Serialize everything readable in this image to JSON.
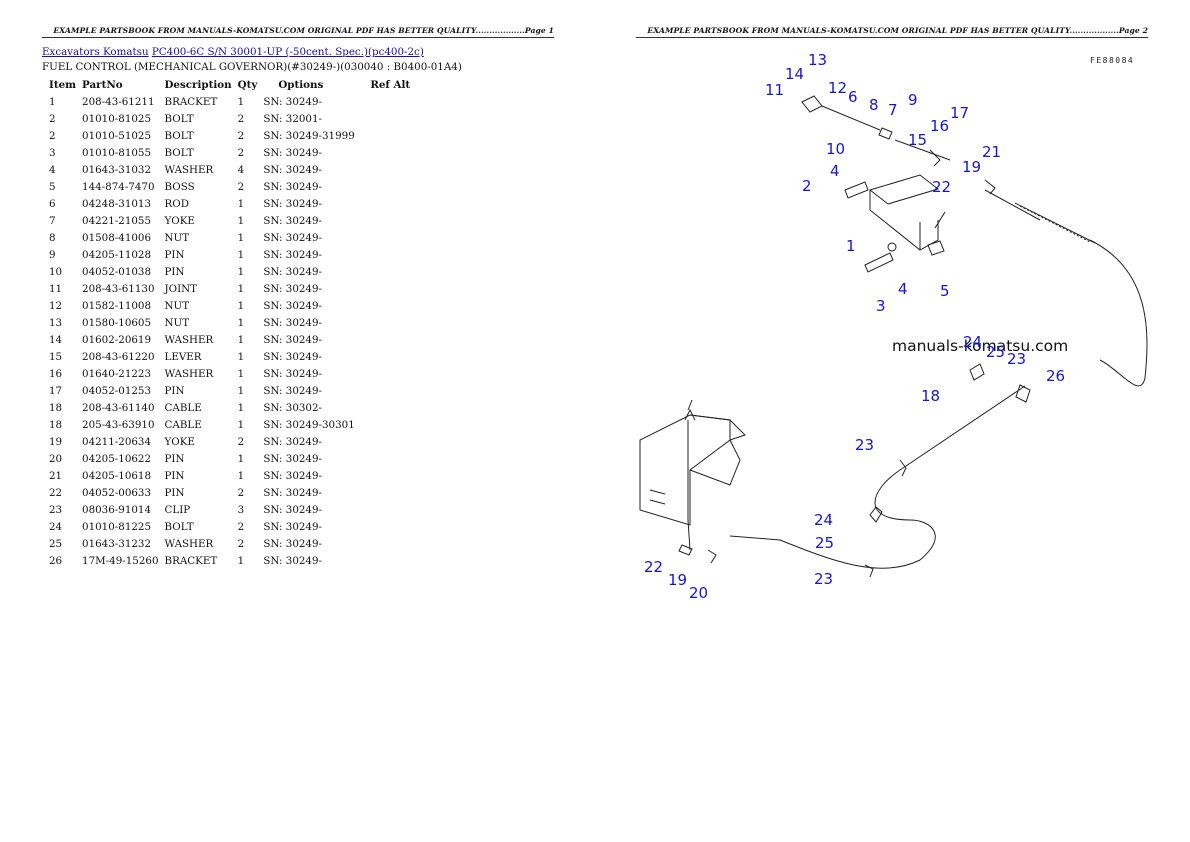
{
  "header": {
    "left": "EXAMPLE PARTSBOOK FROM MANUALS-KOMATSU.COM ORIGINAL PDF HAS BETTER QUALITY..................Page 1",
    "right": "EXAMPLE PARTSBOOK FROM MANUALS-KOMATSU.COM ORIGINAL PDF HAS BETTER QUALITY..................Page 2"
  },
  "breadcrumb": {
    "link1": "Excavators Komatsu",
    "link2": "PC400-6C S/N 30001-UP (-50cent. Spec.)(pc400-2c)"
  },
  "subtitle": "FUEL CONTROL (MECHANICAL GOVERNOR)(#30249-)(030040 : B0400-01A4)",
  "table": {
    "headers": {
      "item": "Item",
      "partno": "PartNo",
      "description": "Description",
      "qty": "Qty",
      "options": "Options",
      "refalt": "Ref Alt"
    },
    "rows": [
      {
        "item": "1",
        "partno": "208-43-61211",
        "desc": "BRACKET",
        "qty": "1",
        "opt": "SN: 30249-"
      },
      {
        "item": "2",
        "partno": "01010-81025",
        "desc": "BOLT",
        "qty": "2",
        "opt": "SN: 32001-"
      },
      {
        "item": "2",
        "partno": "01010-51025",
        "desc": "BOLT",
        "qty": "2",
        "opt": "SN: 30249-31999"
      },
      {
        "item": "3",
        "partno": "01010-81055",
        "desc": "BOLT",
        "qty": "2",
        "opt": "SN: 30249-"
      },
      {
        "item": "4",
        "partno": "01643-31032",
        "desc": "WASHER",
        "qty": "4",
        "opt": "SN: 30249-"
      },
      {
        "item": "5",
        "partno": "144-874-7470",
        "desc": "BOSS",
        "qty": "2",
        "opt": "SN: 30249-"
      },
      {
        "item": "6",
        "partno": "04248-31013",
        "desc": "ROD",
        "qty": "1",
        "opt": "SN: 30249-"
      },
      {
        "item": "7",
        "partno": "04221-21055",
        "desc": "YOKE",
        "qty": "1",
        "opt": "SN: 30249-"
      },
      {
        "item": "8",
        "partno": "01508-41006",
        "desc": "NUT",
        "qty": "1",
        "opt": "SN: 30249-"
      },
      {
        "item": "9",
        "partno": "04205-11028",
        "desc": "PIN",
        "qty": "1",
        "opt": "SN: 30249-"
      },
      {
        "item": "10",
        "partno": "04052-01038",
        "desc": "PIN",
        "qty": "1",
        "opt": "SN: 30249-"
      },
      {
        "item": "11",
        "partno": "208-43-61130",
        "desc": "JOINT",
        "qty": "1",
        "opt": "SN: 30249-"
      },
      {
        "item": "12",
        "partno": "01582-11008",
        "desc": "NUT",
        "qty": "1",
        "opt": "SN: 30249-"
      },
      {
        "item": "13",
        "partno": "01580-10605",
        "desc": "NUT",
        "qty": "1",
        "opt": "SN: 30249-"
      },
      {
        "item": "14",
        "partno": "01602-20619",
        "desc": "WASHER",
        "qty": "1",
        "opt": "SN: 30249-"
      },
      {
        "item": "15",
        "partno": "208-43-61220",
        "desc": "LEVER",
        "qty": "1",
        "opt": "SN: 30249-"
      },
      {
        "item": "16",
        "partno": "01640-21223",
        "desc": "WASHER",
        "qty": "1",
        "opt": "SN: 30249-"
      },
      {
        "item": "17",
        "partno": "04052-01253",
        "desc": "PIN",
        "qty": "1",
        "opt": "SN: 30249-"
      },
      {
        "item": "18",
        "partno": "208-43-61140",
        "desc": "CABLE",
        "qty": "1",
        "opt": "SN: 30302-"
      },
      {
        "item": "18",
        "partno": "205-43-63910",
        "desc": "CABLE",
        "qty": "1",
        "opt": "SN: 30249-30301"
      },
      {
        "item": "19",
        "partno": "04211-20634",
        "desc": "YOKE",
        "qty": "2",
        "opt": "SN: 30249-"
      },
      {
        "item": "20",
        "partno": "04205-10622",
        "desc": "PIN",
        "qty": "1",
        "opt": "SN: 30249-"
      },
      {
        "item": "21",
        "partno": "04205-10618",
        "desc": "PIN",
        "qty": "1",
        "opt": "SN: 30249-"
      },
      {
        "item": "22",
        "partno": "04052-00633",
        "desc": "PIN",
        "qty": "2",
        "opt": "SN: 30249-"
      },
      {
        "item": "23",
        "partno": "08036-91014",
        "desc": "CLIP",
        "qty": "3",
        "opt": "SN: 30249-"
      },
      {
        "item": "24",
        "partno": "01010-81225",
        "desc": "BOLT",
        "qty": "2",
        "opt": "SN: 30249-"
      },
      {
        "item": "25",
        "partno": "01643-31232",
        "desc": "WASHER",
        "qty": "2",
        "opt": "SN: 30249-"
      },
      {
        "item": "26",
        "partno": "17M-49-15260",
        "desc": "BRACKET",
        "qty": "1",
        "opt": "SN: 30249-"
      }
    ]
  },
  "diagram": {
    "code": "FE88084",
    "watermark": "manuals-komatsu.com",
    "callouts": [
      "13",
      "14",
      "11",
      "12",
      "6",
      "8",
      "7",
      "9",
      "17",
      "16",
      "15",
      "10",
      "19",
      "21",
      "4",
      "2",
      "22",
      "1",
      "3",
      "4",
      "5",
      "24",
      "25",
      "23",
      "26",
      "18",
      "23",
      "24",
      "25",
      "23",
      "22",
      "19",
      "20"
    ],
    "colors": {
      "callout": "#1515d0",
      "line": "#222222"
    }
  }
}
